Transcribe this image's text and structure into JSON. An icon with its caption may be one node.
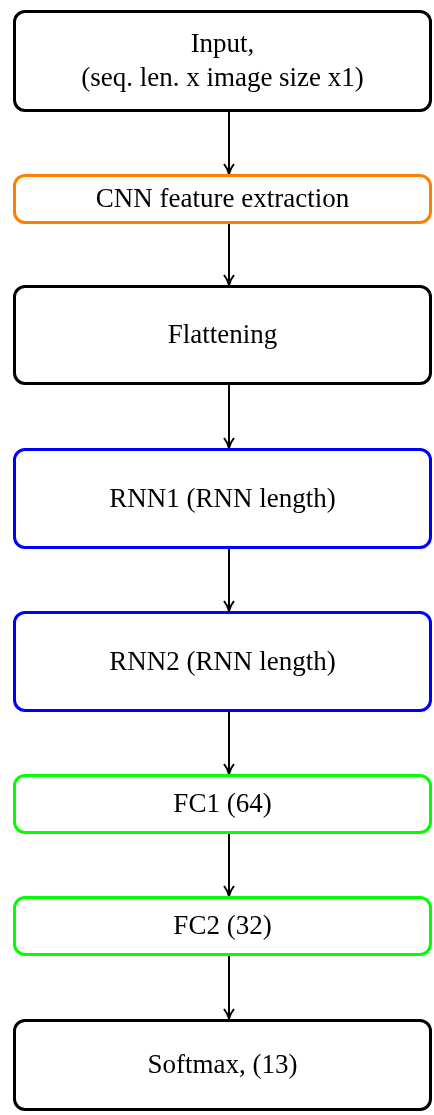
{
  "diagram": {
    "nodes": [
      {
        "text": [
          "Input,",
          "(seq. len. x image size x1)"
        ]
      },
      {
        "text": [
          "CNN feature extraction"
        ]
      },
      {
        "text": [
          "Flattening"
        ]
      },
      {
        "text": [
          "RNN1 (RNN length)"
        ]
      },
      {
        "text": [
          "RNN2 (RNN length)"
        ]
      },
      {
        "text": [
          "FC1 (64)"
        ]
      },
      {
        "text": [
          "FC2 (32)"
        ]
      },
      {
        "text": [
          "Softmax, (13)"
        ]
      }
    ],
    "edges": [
      {
        "from": 0,
        "to": 1,
        "arrow": "to"
      },
      {
        "from": 1,
        "to": 2,
        "arrow": "to"
      },
      {
        "from": 2,
        "to": 3,
        "arrow": "to"
      },
      {
        "from": 3,
        "to": 4,
        "arrow": "to"
      },
      {
        "from": 4,
        "to": 5,
        "arrow": "to"
      },
      {
        "from": 5,
        "to": 6,
        "arrow": "to"
      },
      {
        "from": 6,
        "to": 7,
        "arrow": "to"
      }
    ]
  }
}
